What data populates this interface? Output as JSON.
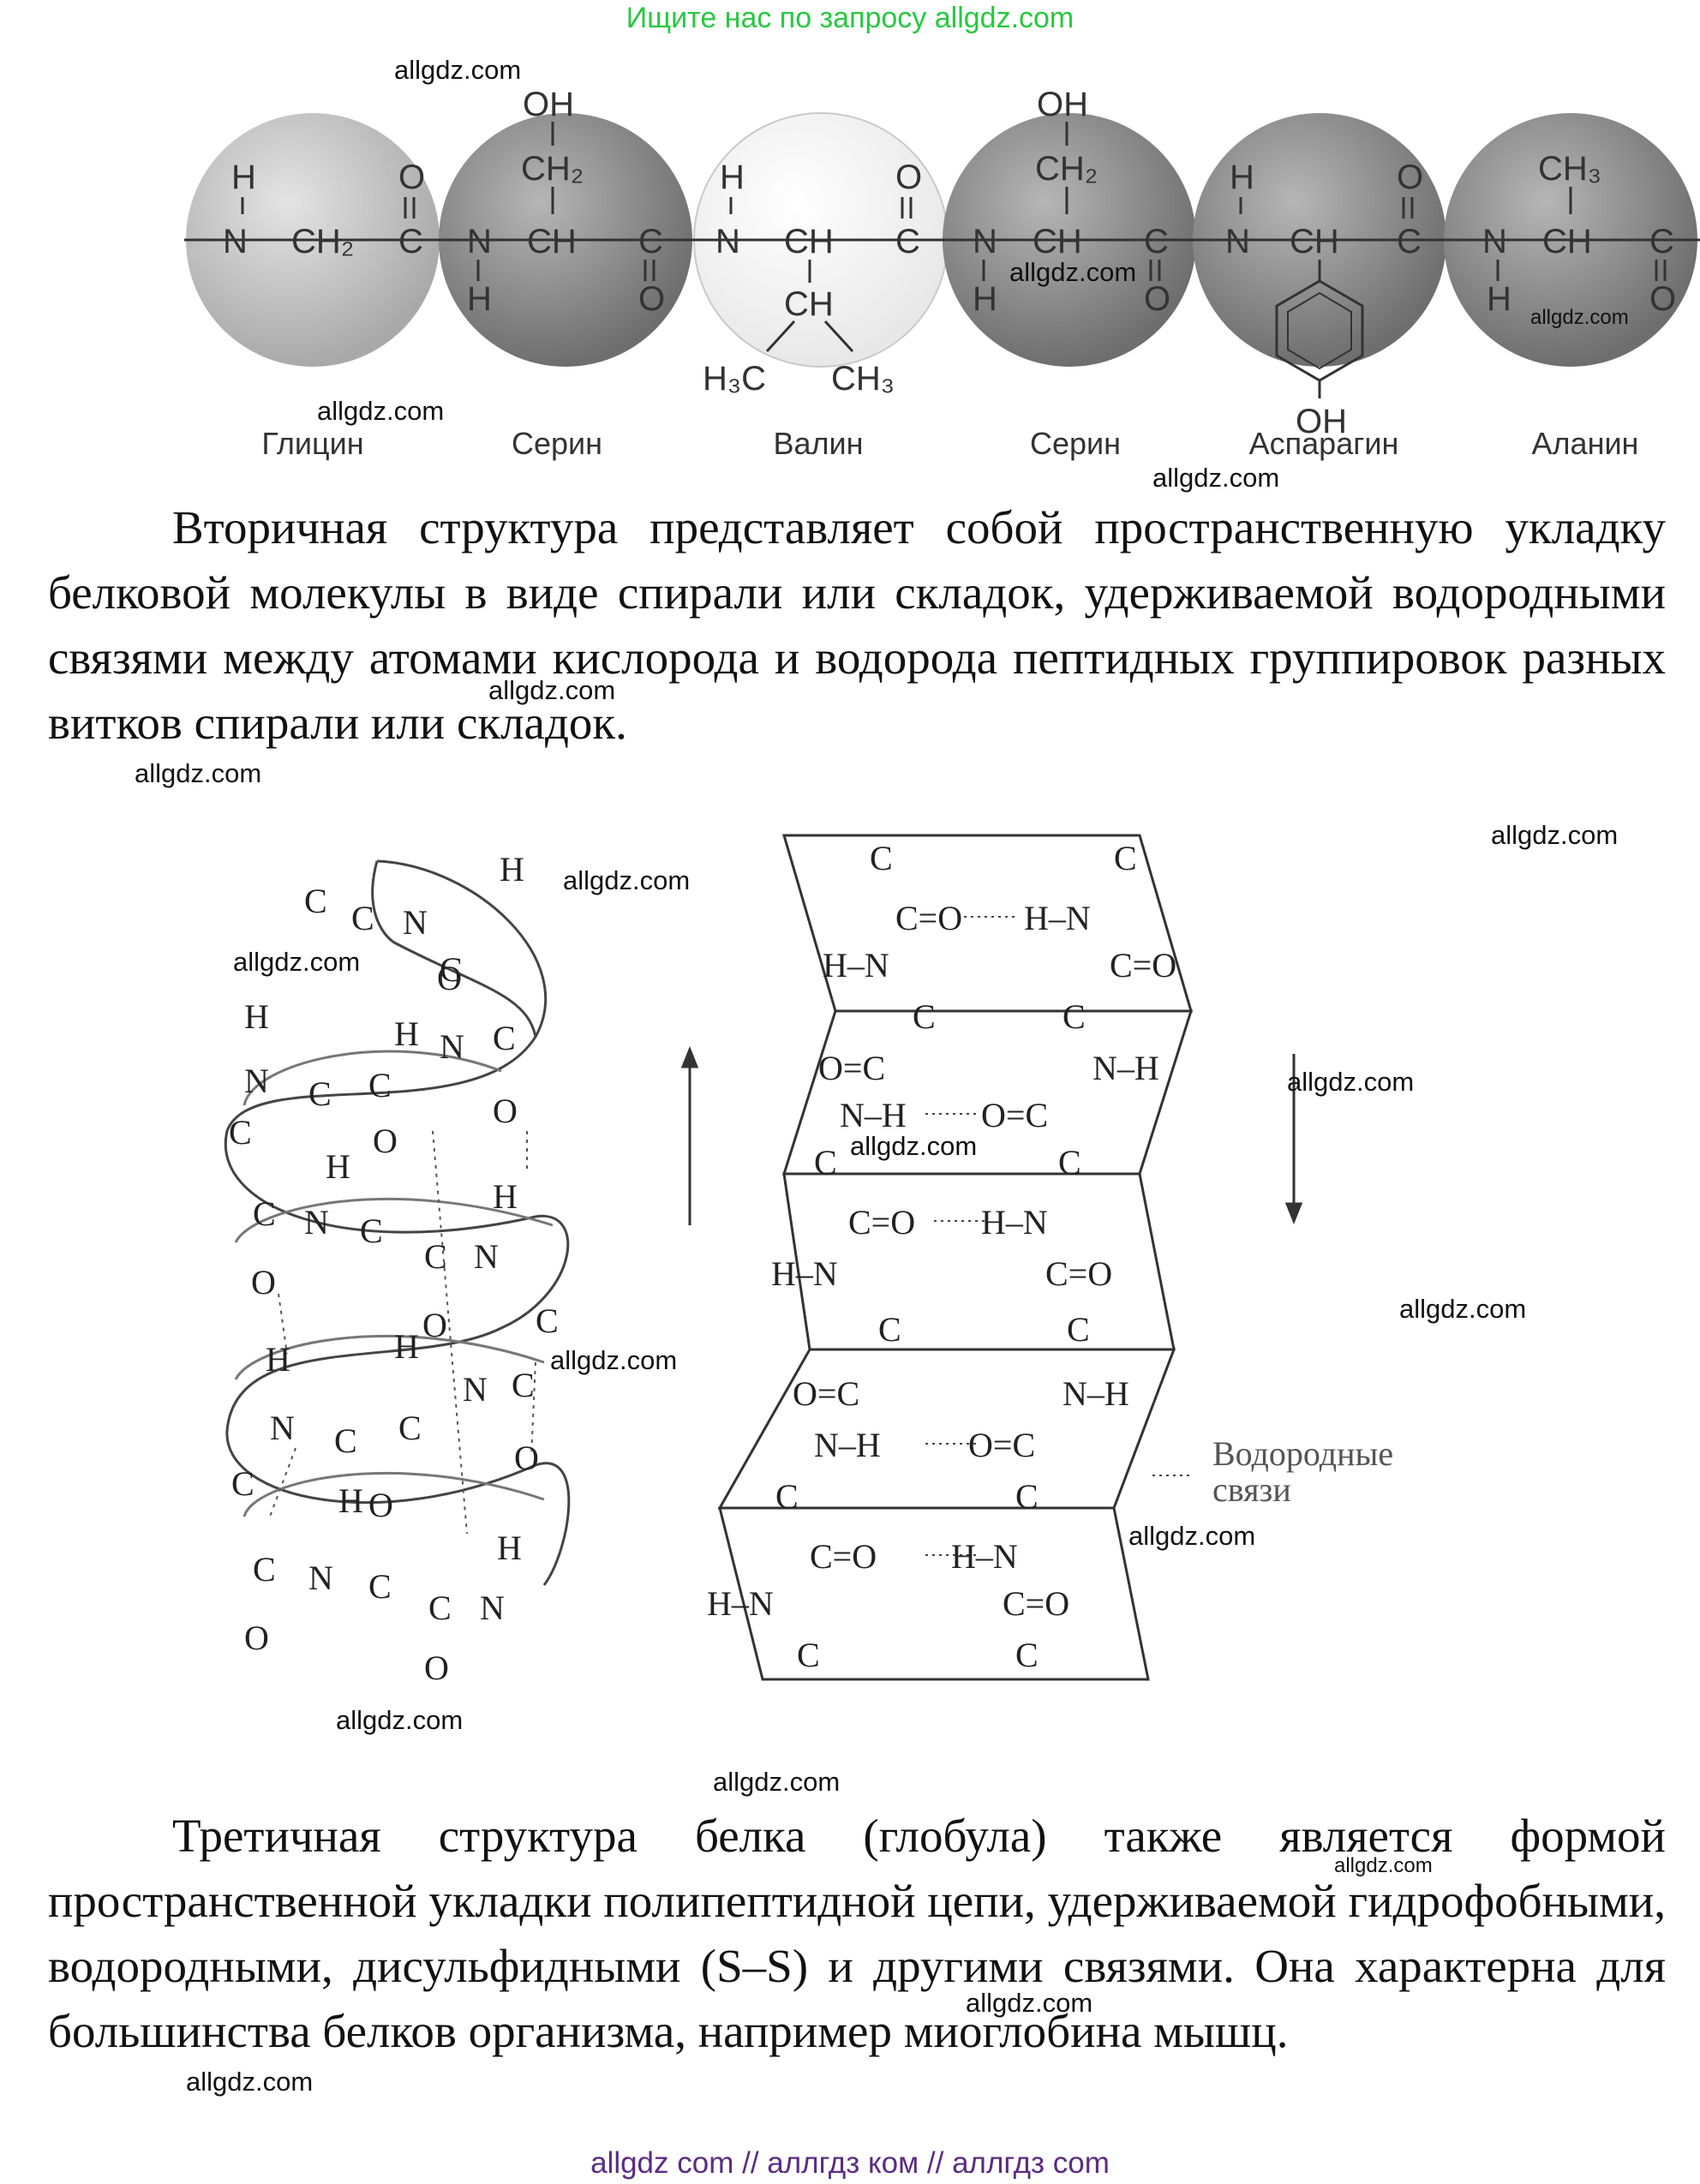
{
  "banner": "Ищите нас по запросу allgdz.com",
  "watermarks": {
    "w1": "allgdz.com",
    "w2": "allgdz.com",
    "w3": "allgdz.com",
    "w4": "allgdz.com",
    "w5": "allgdz.com",
    "w6": "allgdz.com",
    "w7": "allgdz.com",
    "w8": "allgdz.com",
    "w9": "allgdz.com",
    "w10": "allgdz.com",
    "w11": "allgdz.com",
    "w12": "allgdz.com",
    "w13": "allgdz.com",
    "w14": "allgdz.com",
    "w15": "allgdz.com",
    "w16": "allgdz.com",
    "w17": "allgdz.com",
    "w18": "allgdz.com",
    "w19": "allgdz.com",
    "w20": "allgdz.com"
  },
  "amino_acids": {
    "glycine": "Глицин",
    "serine1": "Серин",
    "valine": "Валин",
    "serine2": "Серин",
    "asparagine": "Аспарагин",
    "alanine": "Аланин"
  },
  "chem": {
    "oh": "OH",
    "ch2": "CH₂",
    "ch": "CH",
    "ch3": "CH₃",
    "h": "H",
    "n": "N",
    "c": "C",
    "o": "O",
    "h3c": "H₃C",
    "glycine_chain": "N – CH₂ – C",
    "backbone_n": "N –",
    "dash_c": "– C"
  },
  "paragraph1": "Вторичная структура представляет собой пространственную укладку белковой молекулы в виде спирали или складок, удерживаемой водородными связями между атомами кислорода и водорода пептидных группировок разных витков спирали или складок.",
  "sheet": {
    "legend_line1": "Водородные",
    "legend_line2": "связи",
    "c_eq_o": "C=O",
    "o_eq_c": "O=C",
    "h_n": "H–N",
    "n_h": "N–H"
  },
  "paragraph2": "Третичная структура белка (глобула) также является формой пространственной укладки полипептидной цепи, удерживаемой гидрофобными, водородными, дисульфидными (S–S) и другими связями. Она характерна для большинства белков организма, например миоглобина мышц.",
  "footer": "allgdz com  //  аллгдз ком  //  аллгдз com"
}
